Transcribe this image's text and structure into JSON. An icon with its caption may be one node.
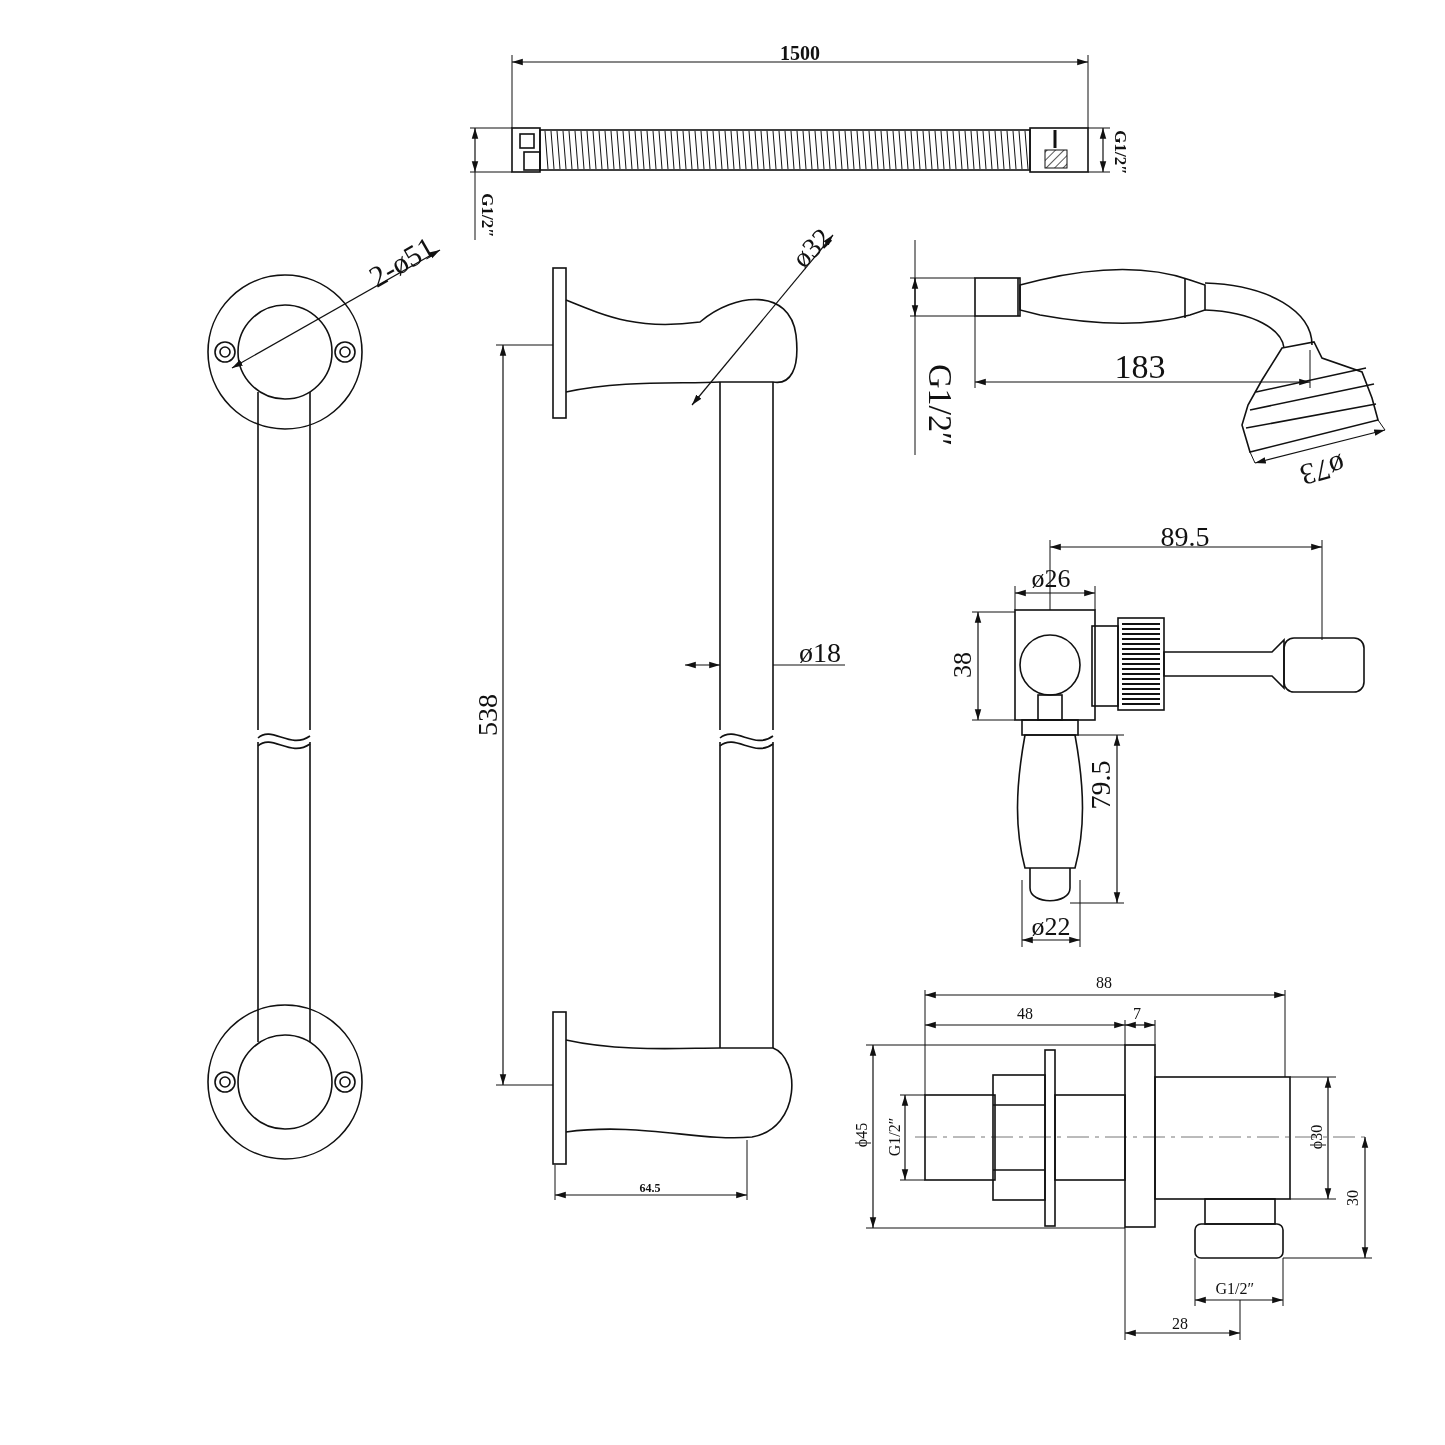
{
  "diagram": {
    "labels": [
      "1500",
      "G1/2″",
      "G1/2″",
      "2-ø51",
      "ø32",
      "G1/2″",
      "183",
      "ø73",
      "538",
      "ø18",
      "89.5",
      "ø26",
      "38",
      "79.5",
      "ø22",
      "64.5",
      "88",
      "48",
      "7",
      "ϕ45",
      "G1/2″",
      "ϕ30",
      "30",
      "G1/2″",
      "28"
    ]
  }
}
